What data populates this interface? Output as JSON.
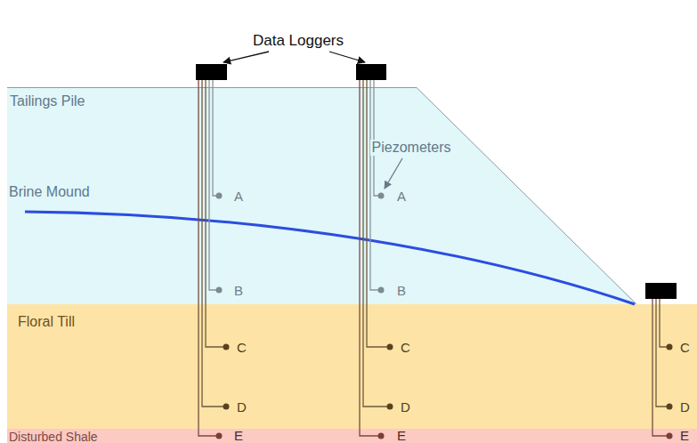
{
  "diagram": {
    "nodes": [
      {
        "text": [
          "Tailings Pile"
        ]
      },
      {
        "text": [
          "Floral Till"
        ]
      },
      {
        "text": [
          "Disturbed Shale"
        ]
      }
    ],
    "labels": [
      "Data Loggers",
      "Piezometers",
      "Brine Mound",
      "A",
      "B",
      "C",
      "D",
      "E",
      "A",
      "B",
      "C",
      "D",
      "E",
      "C",
      "D",
      "E"
    ]
  }
}
